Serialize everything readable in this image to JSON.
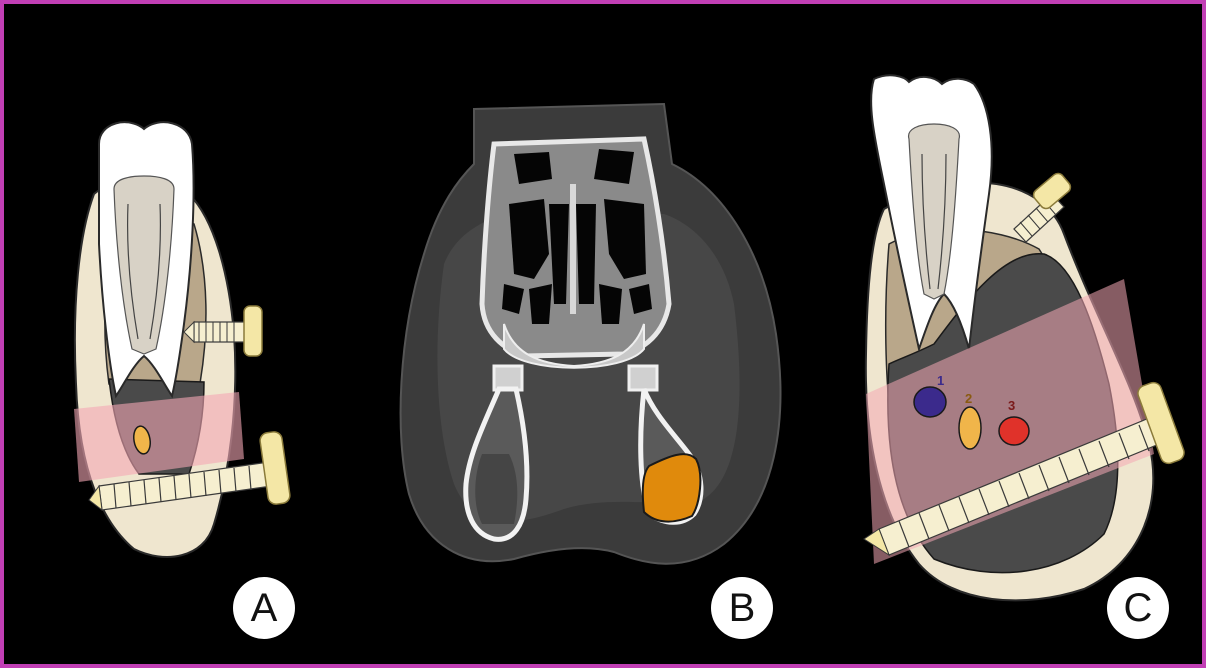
{
  "panels": [
    {
      "id": "A",
      "label": "A"
    },
    {
      "id": "B",
      "label": "B"
    },
    {
      "id": "C",
      "label": "C"
    }
  ],
  "markers": [
    {
      "label": "1",
      "color": "#3b2a8c"
    },
    {
      "label": "2",
      "color": "#f0b54a"
    },
    {
      "label": "3",
      "color": "#e0322a"
    }
  ],
  "colors": {
    "frame_border": "#c13fb5",
    "background": "#000000",
    "bone": "#efe6cf",
    "tooth": "#ffffff",
    "pulp": "#d8d2c6",
    "canal": "#b9a78a",
    "marrow": "#4a4a4a",
    "band": "#f4a7b4",
    "screw": "#f4e7a6",
    "highlight": "#e08a0c"
  },
  "icons": [
    "tooth-icon",
    "screw-icon",
    "ct-scan-icon"
  ]
}
